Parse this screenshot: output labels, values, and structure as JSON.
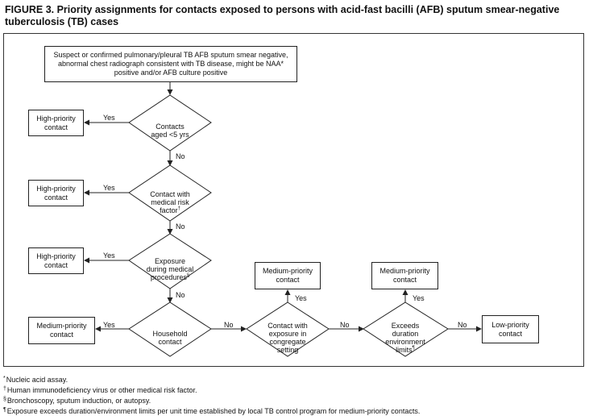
{
  "figure": {
    "title": "FIGURE 3. Priority assignments for contacts exposed to persons with acid-fast bacilli (AFB) sputum smear-negative tuberculosis (TB) cases"
  },
  "flow": {
    "start_box": "Suspect or confirmed pulmonary/pleural TB AFB sputum smear negative, abnormal chest radiograph consistent with TB disease, might be NAA* positive and/or AFB culture positive",
    "decision_age": "Contacts\naged <5 yrs",
    "decision_risk": "Contact with\nmedical risk\nfactor",
    "decision_risk_mark": "†",
    "decision_procedure": "Exposure\nduring medical\nprocedures",
    "decision_procedure_mark": "§",
    "decision_household": "Household\ncontact",
    "decision_congregate": "Contact with\nexposure in\ncongregate\nsetting",
    "decision_limits": "Exceeds\nduration\nenvironment\nlimits",
    "decision_limits_mark": "¶",
    "outcome_high_1": "High-priority\ncontact",
    "outcome_high_2": "High-priority\ncontact",
    "outcome_high_3": "High-priority\ncontact",
    "outcome_medium_household": "Medium-priority\ncontact",
    "outcome_medium_congregate": "Medium-priority\ncontact",
    "outcome_medium_limits": "Medium-priority\ncontact",
    "outcome_low": "Low-priority\ncontact",
    "yes": "Yes",
    "no": "No"
  },
  "footnotes": [
    {
      "mark": "*",
      "text": "Nucleic acid assay."
    },
    {
      "mark": "†",
      "text": "Human immunodeficiency virus or other medical risk factor."
    },
    {
      "mark": "§",
      "text": "Bronchoscopy, sputum induction, or autopsy."
    },
    {
      "mark": "¶",
      "text": "Exposure exceeds duration/environment limits per unit time established by local TB control program for medium-priority contacts."
    }
  ]
}
